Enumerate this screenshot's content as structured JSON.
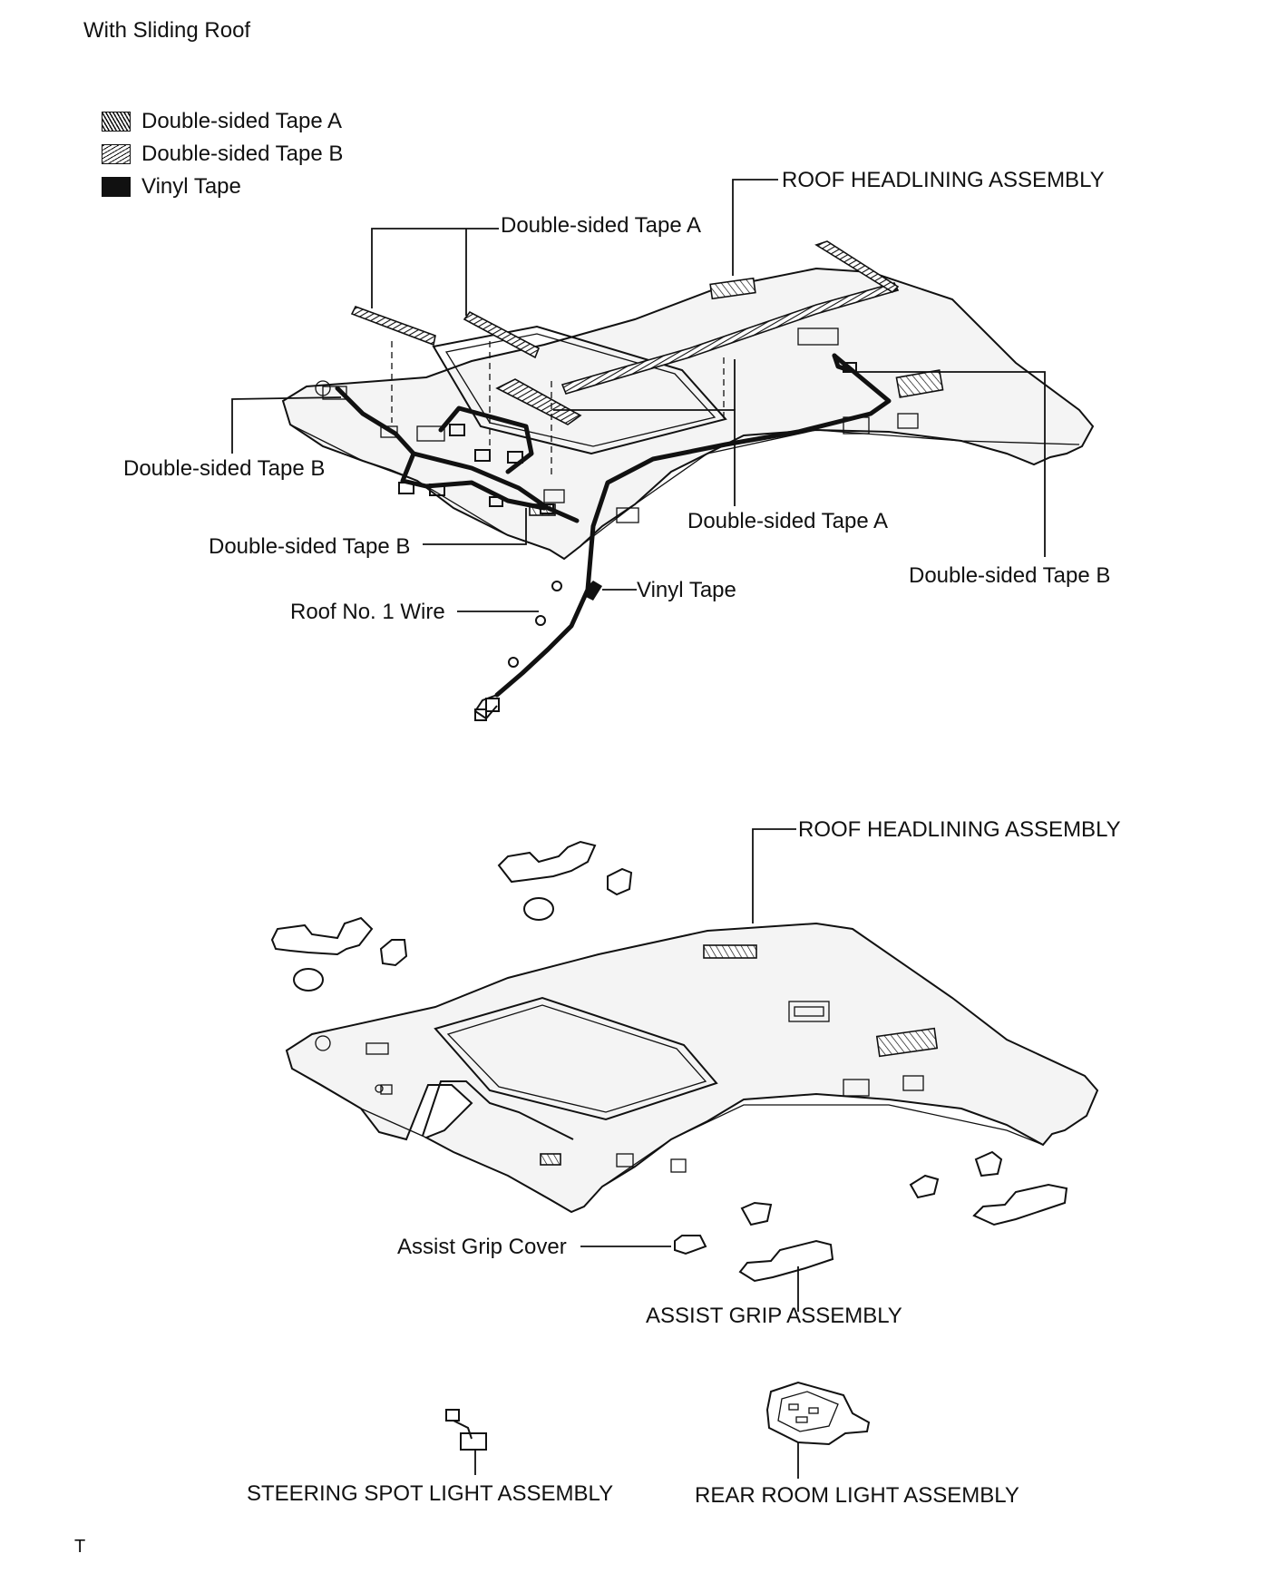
{
  "header": {
    "title": "With Sliding Roof"
  },
  "legend": {
    "items": [
      {
        "label": "Double-sided Tape A",
        "swatch": "diagonal-hatch-icon"
      },
      {
        "label": "Double-sided Tape B",
        "swatch": "fine-hatch-icon"
      },
      {
        "label": "Vinyl Tape",
        "swatch": "solid-black-icon"
      }
    ]
  },
  "diagram_top": {
    "roof_headlining": "ROOF HEADLINING ASSEMBLY",
    "tape_a_top": "Double-sided Tape A",
    "tape_b_left": "Double-sided Tape B",
    "tape_b_lower_left": "Double-sided Tape B",
    "tape_a_mid": "Double-sided Tape A",
    "tape_b_right": "Double-sided Tape B",
    "vinyl_tape": "Vinyl Tape",
    "roof_wire": "Roof No. 1 Wire"
  },
  "diagram_bottom": {
    "roof_headlining": "ROOF HEADLINING ASSEMBLY",
    "assist_grip_cover": "Assist Grip Cover",
    "assist_grip_assembly": "ASSIST GRIP ASSEMBLY",
    "steering_spot_light": "STEERING SPOT LIGHT ASSEMBLY",
    "rear_room_light": "REAR ROOM LIGHT ASSEMBLY"
  },
  "footer": {
    "code": "T"
  },
  "colors": {
    "ink": "#111111",
    "panel": "#f4f4f4",
    "background": "#ffffff"
  }
}
